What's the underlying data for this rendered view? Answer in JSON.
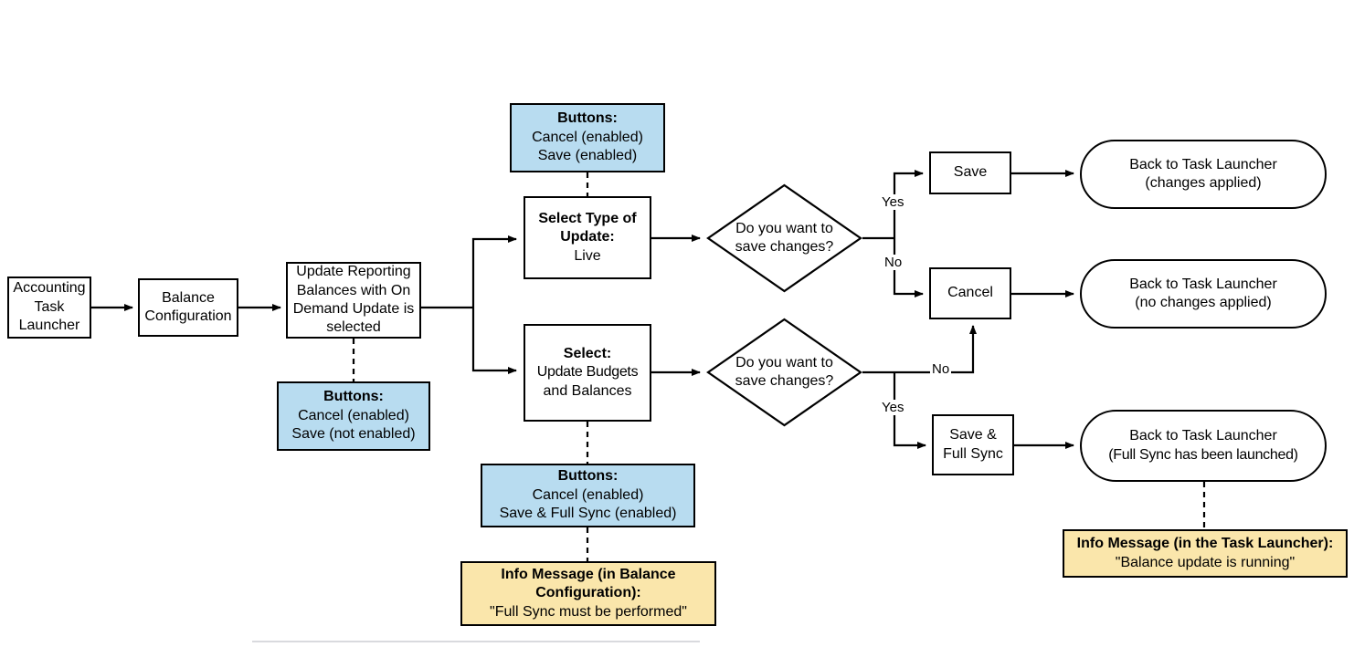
{
  "diagram": {
    "title": "Balance Configuration On Demand Update flow",
    "colors": {
      "note_blue": "#b8dcf0",
      "note_yellow": "#fae6ab",
      "stroke": "#000000",
      "background": "#ffffff",
      "baseline_rule": "#d9dade"
    }
  },
  "nodes": {
    "task_launcher": {
      "line1": "Accounting",
      "line2": "Task",
      "line3": "Launcher"
    },
    "balance_configuration": {
      "line1": "Balance",
      "line2": "Configuration"
    },
    "update_reporting": {
      "line1": "Update Reporting",
      "line2": "Balances with On",
      "line3": "Demand Update is",
      "line4": "selected"
    },
    "select_type_update": {
      "heading1": "Select Type of",
      "heading2": "Update:",
      "value": "Live"
    },
    "select_update_budgets": {
      "heading": "Select:",
      "line1": "Update Budgets",
      "line2": "and Balances"
    },
    "decision_top": {
      "line1": "Do you want to",
      "line2": "save changes?"
    },
    "decision_bottom": {
      "line1": "Do you want to",
      "line2": "save changes?"
    },
    "save": {
      "label": "Save"
    },
    "cancel": {
      "label": "Cancel"
    },
    "save_full_sync": {
      "line1": "Save &",
      "line2": "Full Sync"
    },
    "terminal_changes_applied": {
      "line1": "Back to Task Launcher",
      "line2": "(changes applied)"
    },
    "terminal_no_changes": {
      "line1": "Back to Task Launcher",
      "line2": "(no changes applied)"
    },
    "terminal_full_sync": {
      "line1": "Back to Task Launcher",
      "line2": "(Full Sync has been launched)"
    }
  },
  "notes": {
    "buttons_save_not_enabled": {
      "heading": "Buttons:",
      "line1": "Cancel (enabled)",
      "line2": "Save (not enabled)"
    },
    "buttons_save_enabled": {
      "heading": "Buttons:",
      "line1": "Cancel (enabled)",
      "line2": "Save (enabled)"
    },
    "buttons_full_sync_enabled": {
      "heading": "Buttons:",
      "line1": "Cancel (enabled)",
      "line2": "Save & Full Sync (enabled)"
    },
    "info_balance_configuration": {
      "heading1": "Info Message (in Balance",
      "heading2": "Configuration):",
      "message": "\"Full Sync must be performed\""
    },
    "info_task_launcher": {
      "heading": "Info Message (in the Task Launcher):",
      "message": "\"Balance update is running\""
    }
  },
  "edge_labels": {
    "top_yes": "Yes",
    "top_no": "No",
    "bottom_yes": "Yes",
    "bottom_no": "No"
  }
}
